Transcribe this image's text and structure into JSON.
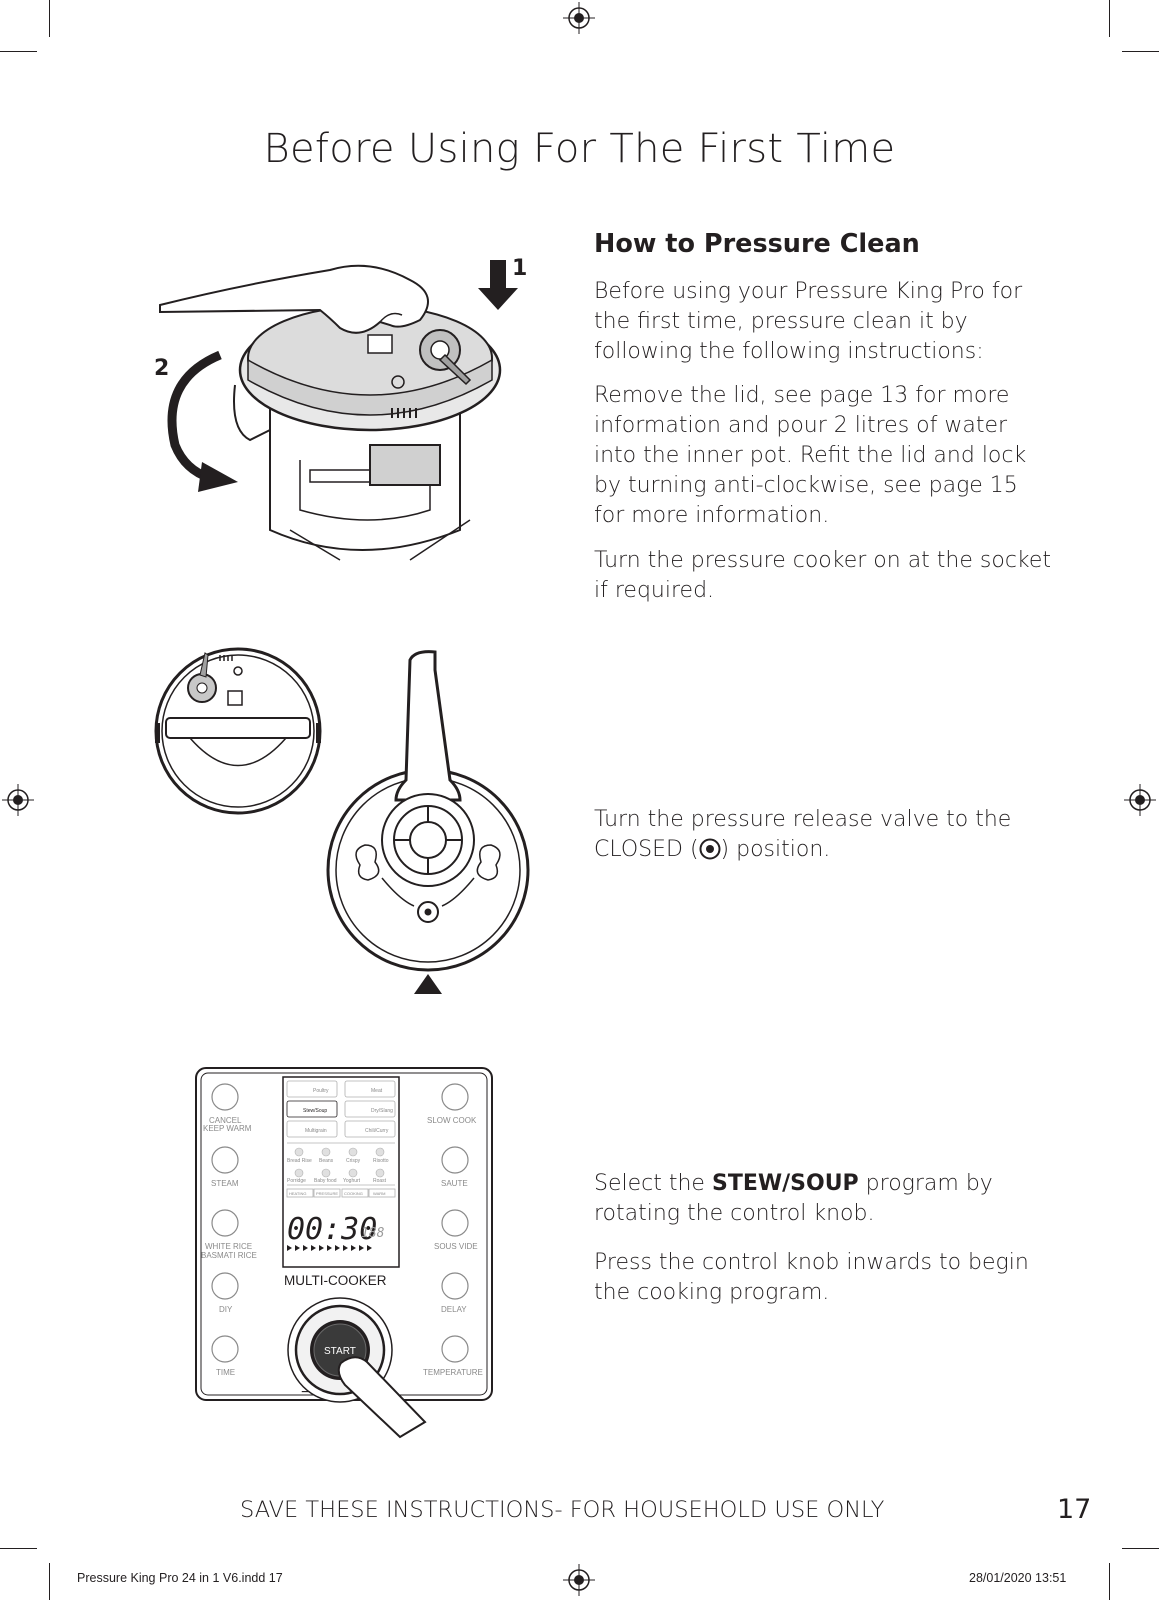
{
  "page": {
    "title": "Before Using For The First Time",
    "section_heading": "How to Pressure Clean",
    "step1": {
      "paragraphs": [
        "Before using your Pressure King Pro for the first time, pressure clean it by following the following instructions:",
        "Remove the lid, see page 13 for more information and pour 2 litres of water into the inner pot. Refit the lid and lock by turning anti-clockwise, see page 15 for more information.",
        "Turn the pressure cooker on at the socket if required."
      ]
    },
    "step2": {
      "text_before": "Turn the pressure release valve to the CLOSED (",
      "text_after": ") position."
    },
    "step3": {
      "p1_before": "Select the ",
      "p1_bold": "STEW/SOUP",
      "p1_after": " program by rotating the control knob.",
      "p2": "Press the control knob inwards to begin the cooking program."
    },
    "figure1_labels": {
      "arrow1": "1",
      "arrow2": "2"
    },
    "control_panel": {
      "brand": "MULTI-COOKER",
      "display_time": "00:30",
      "display_small": "188",
      "start": "START",
      "minus": "−",
      "left_buttons": [
        "CANCEL",
        "KEEP WARM",
        "STEAM",
        "WHITE RICE",
        "BASMATI RICE",
        "DIY",
        "TIME"
      ],
      "right_buttons": [
        "SLOW COOK",
        "SAUTE",
        "SOUS VIDE",
        "DELAY",
        "TEMPERATURE"
      ],
      "programs": [
        "Poultry",
        "Meat",
        "Stew/Soup",
        "Dry/Slang",
        "Multigrain",
        "Chili/Curry",
        "Bread Rise",
        "Beans",
        "Crispy",
        "Risotto",
        "Porridge",
        "Baby food",
        "Yoghurt",
        "Roast"
      ],
      "status": [
        "HEATING",
        "PRESSURE",
        "COOKING",
        "WARM"
      ]
    },
    "footer": {
      "notice": "SAVE THESE INSTRUCTIONS- FOR HOUSEHOLD USE ONLY",
      "page_number": "17"
    },
    "slug": {
      "file": "Pressure King Pro 24 in 1 V6.indd   17",
      "datetime": "28/01/2020   13:51"
    }
  }
}
